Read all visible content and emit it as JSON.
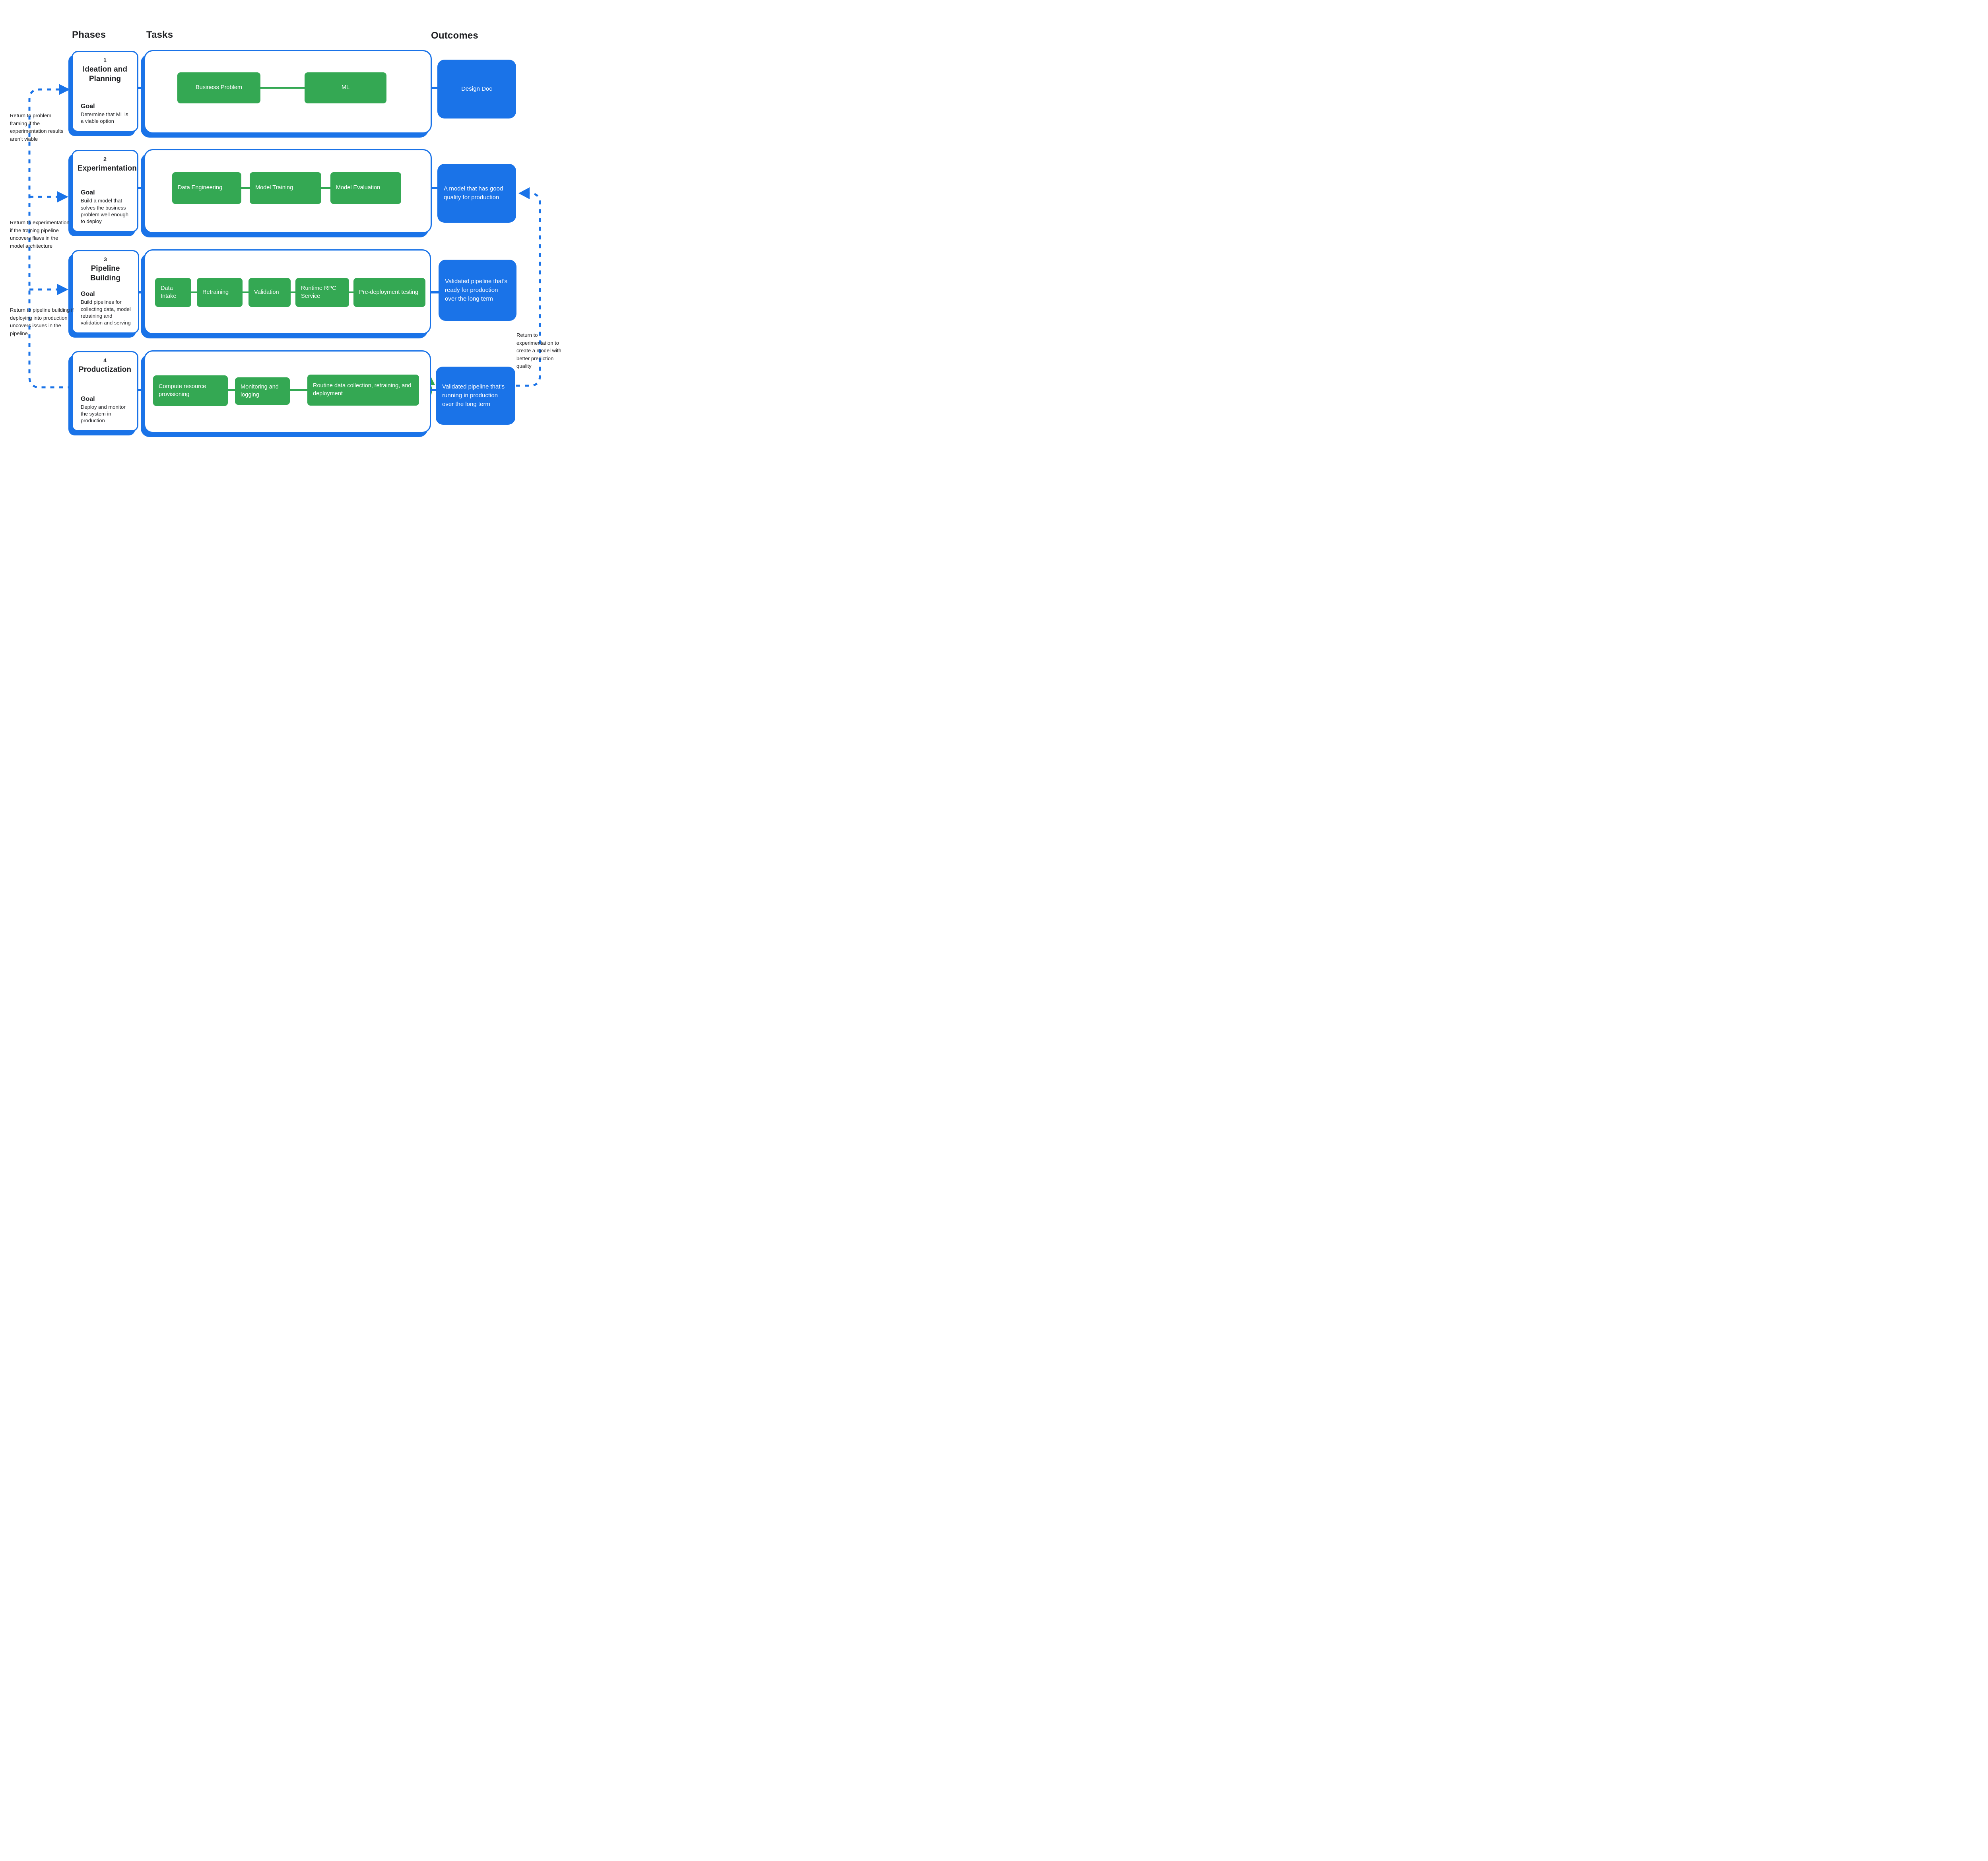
{
  "headers": {
    "phases": "Phases",
    "tasks": "Tasks",
    "outcomes": "Outcomes"
  },
  "phases": [
    {
      "number": "1",
      "title": "Ideation and Planning",
      "goal_label": "Goal",
      "goal": "Determine that ML is a viable option",
      "tasks": [
        "Business Problem",
        "ML"
      ],
      "outcome": "Design Doc"
    },
    {
      "number": "2",
      "title": "Experimentation",
      "goal_label": "Goal",
      "goal": "Build a model that solves the business problem well enough to deploy",
      "tasks": [
        "Data Engineering",
        "Model Training",
        "Model Evaluation"
      ],
      "outcome": "A model that has good quality for production"
    },
    {
      "number": "3",
      "title": "Pipeline Building",
      "goal_label": "Goal",
      "goal": "Build pipelines for collecting data, model retraining and validation and serving",
      "tasks": [
        "Data Intake",
        "Retraining",
        "Validation",
        "Runtime RPC Service",
        "Pre-deployment testing"
      ],
      "outcome": "Validated pipeline that’s ready for production over the long term"
    },
    {
      "number": "4",
      "title": "Productization",
      "goal_label": "Goal",
      "goal": "Deploy and monitor the system in production",
      "tasks": [
        "Compute  resource provisioning",
        "Monitoring and logging",
        "Routine data collection, retraining, and deployment"
      ],
      "outcome": "Validated pipeline that’s running in production over the long term"
    }
  ],
  "annotations": {
    "left": [
      "Return to problem framing if the experimentation results aren’t viable",
      "Return to experimentation if the training pipeline uncovers flaws in the model architecture",
      "Return to pipeline building if deploying into production uncovers issues in the pipeline"
    ],
    "right": "Return to experimentation to create a model with better prediction quality"
  },
  "colors": {
    "accent_blue": "#1A73E8",
    "task_green": "#34A853",
    "text": "#202124"
  }
}
